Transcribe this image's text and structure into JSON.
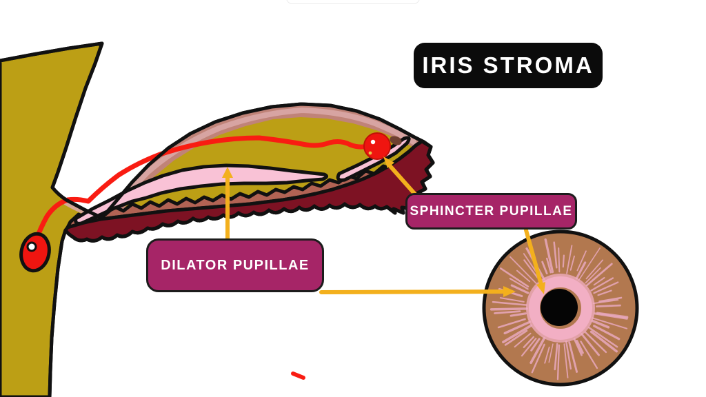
{
  "title": {
    "text": "IRIS STROMA"
  },
  "annotations": {
    "sphincter": {
      "text": "SPHINCTER PUPILLAE"
    },
    "dilator": {
      "text": "DILATOR PUPILLAE"
    }
  },
  "colors": {
    "background": "#ffffff",
    "title_bg": "#0b0b0b",
    "title_text": "#ffffff",
    "label_bg": "#a62567",
    "label_text": "#ffffff",
    "label_border": "#1c1c1c",
    "arrow": "#f3b01d",
    "outline": "#111111",
    "stroma": "#bc9f15",
    "anterior_band": "#c08378",
    "anterior_streak": "#d9a7a6",
    "dilator_pink": "#f9c2d6",
    "epithelium_rosy": "#b26354",
    "epithelium_maroon": "#7d1223",
    "vessel_red": "#f91c12",
    "sphincter_red": "#ef1510",
    "iris_brown": "#b2784f",
    "fiber_pink": "#e9a9be",
    "ring_pink": "#f2afc4",
    "pupil_black": "#050505",
    "blob_brown": "#6f4030",
    "speck_yellow": "#e8c547"
  }
}
